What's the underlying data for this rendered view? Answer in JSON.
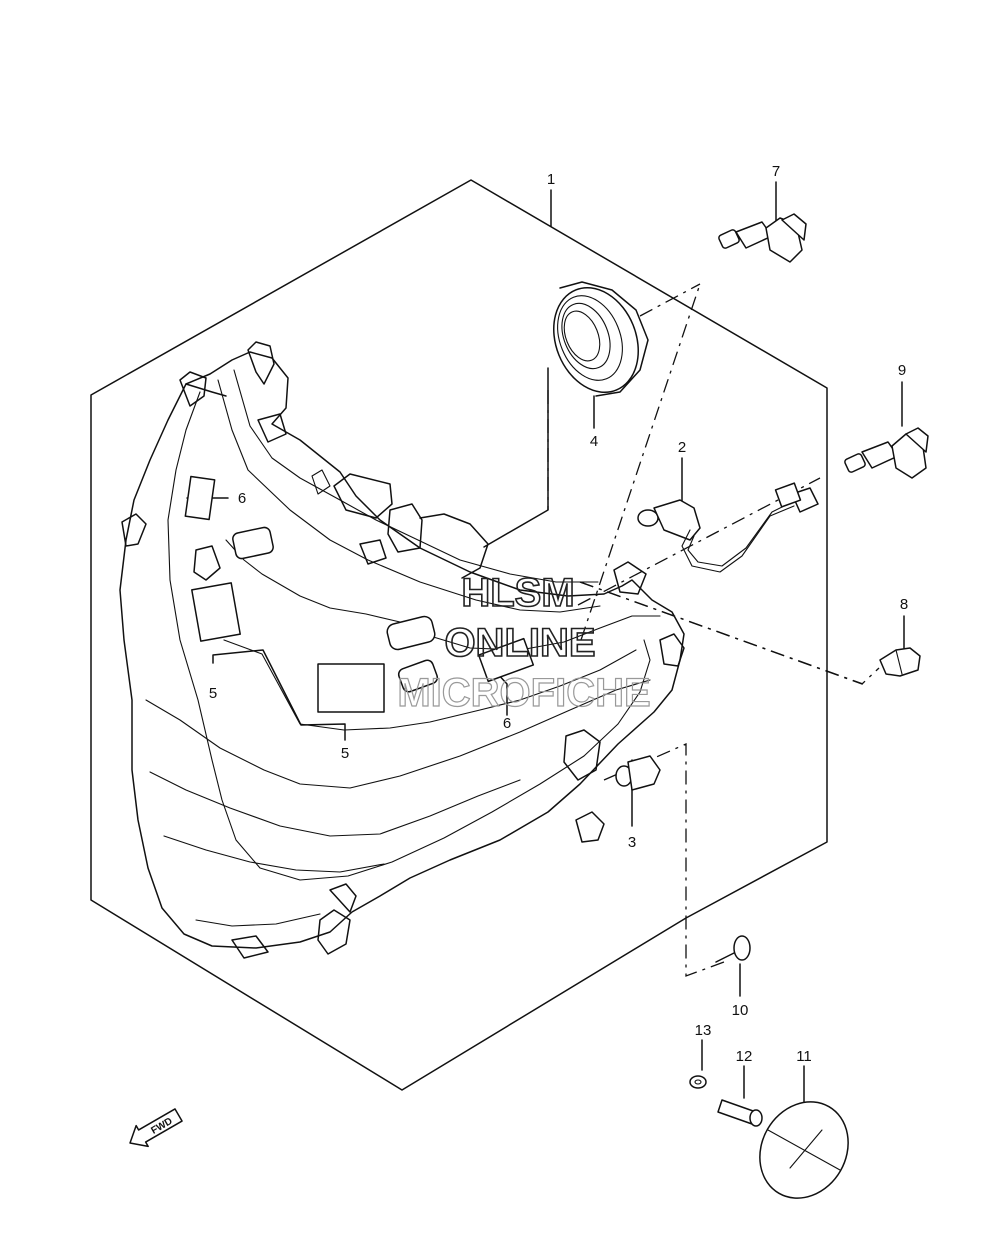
{
  "watermark": {
    "line1": "HLSM",
    "line2": "ONLINE",
    "line3": "MICROFICHE"
  },
  "callouts": {
    "p1": "1",
    "p2": "2",
    "p3": "3",
    "p4": "4",
    "p5a": "5",
    "p5b": "5",
    "p6a": "6",
    "p6b": "6",
    "p7": "7",
    "p8": "8",
    "p9": "9",
    "p10": "10",
    "p11": "11",
    "p12": "12",
    "p13": "13"
  },
  "direction_arrow": {
    "label": "FWD",
    "icon": "fwd-arrow-icon"
  }
}
